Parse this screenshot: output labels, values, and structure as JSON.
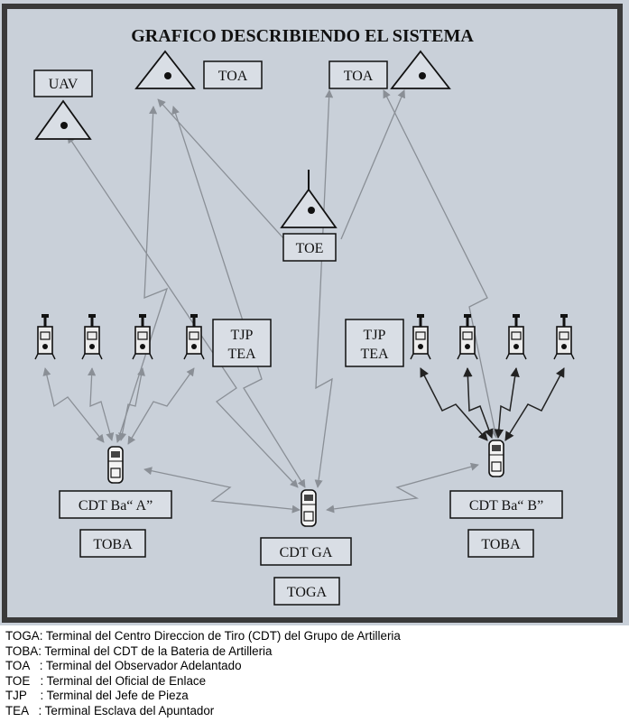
{
  "diagram": {
    "title": "GRAFICO DESCRIBIENDO EL SISTEMA",
    "nodes": {
      "uav": "UAV",
      "toa_left": "TOA",
      "toa_right": "TOA",
      "toe": "TOE",
      "tjp_tea_left": [
        "TJP",
        "TEA"
      ],
      "tjp_tea_right": [
        "TJP",
        "TEA"
      ],
      "cdt_ba_a": "CDT Ba“ A”",
      "cdt_ba_b": "CDT Ba“ B”",
      "toba_left": "TOBA",
      "toba_right": "TOBA",
      "cdt_ga": "CDT GA",
      "toga": "TOGA"
    }
  },
  "legend": [
    {
      "term": "TOGA",
      "desc": ": Terminal del Centro Direccion de Tiro (CDT) del Grupo de Artilleria"
    },
    {
      "term": "TOBA",
      "desc": ": Terminal del CDT de la Bateria de Artilleria"
    },
    {
      "term": "TOA",
      "desc": "   : Terminal del Observador Adelantado"
    },
    {
      "term": "TOE",
      "desc": "   : Terminal del Oficial de Enlace"
    },
    {
      "term": "TJP",
      "desc": "    : Terminal del Jefe de Pieza"
    },
    {
      "term": "TEA",
      "desc": "   : Terminal Esclava del Apuntador"
    }
  ]
}
